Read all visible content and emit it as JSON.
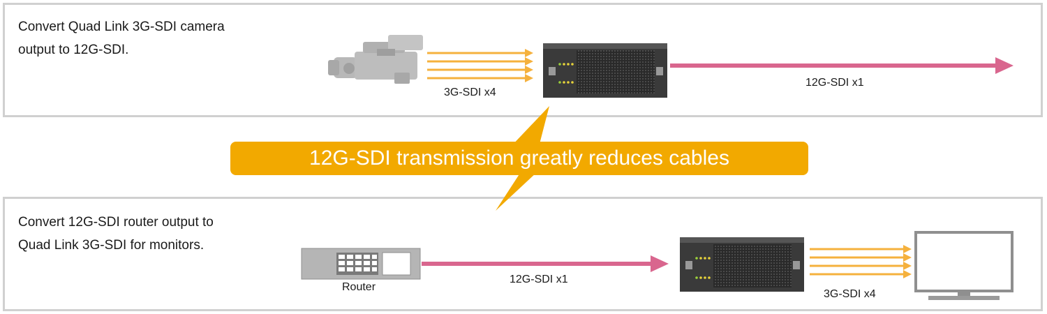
{
  "top_section": {
    "description_line1": "Convert Quad Link 3G-SDI camera",
    "description_line2": "output to 12G-SDI.",
    "input_label": "3G-SDI x4",
    "output_label": "12G-SDI x1"
  },
  "bottom_section": {
    "description_line1": "Convert 12G-SDI router output to",
    "description_line2": "Quad Link 3G-SDI for monitors.",
    "router_label": "Router",
    "input_label": "12G-SDI x1",
    "output_label": "3G-SDI x4"
  },
  "banner": {
    "text": "12G-SDI transmission greatly reduces cables"
  },
  "colors": {
    "orange": "#f2a900",
    "arrow_orange": "#f5b13d",
    "pink": "#d9668e",
    "device_dark": "#3a3a3a",
    "gray_device": "#b5b5b5",
    "border": "#d0d0d0"
  },
  "icons": {
    "camera": "camera-icon",
    "converter": "converter-icon",
    "router": "router-icon",
    "monitor": "monitor-icon",
    "lightning": "lightning-icon"
  }
}
